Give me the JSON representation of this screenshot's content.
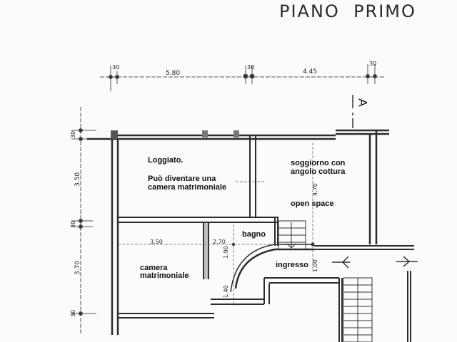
{
  "header": {
    "title": "PIANO  PRIMO"
  },
  "section_marker": {
    "label": "A"
  },
  "rooms": [
    {
      "id": "loggiato",
      "name": "Loggiato.",
      "note": "Può diventare una",
      "note2": "camera matrimoniale"
    },
    {
      "id": "soggiorno",
      "name": "soggiorno con",
      "name2": "angolo cottura",
      "note": "open space"
    },
    {
      "id": "bagno",
      "name": "bagno"
    },
    {
      "id": "camera",
      "name": "camera",
      "name2": "matrimoniale"
    },
    {
      "id": "ingresso",
      "name": "ingresso"
    }
  ],
  "dimensions": {
    "top": [
      "30",
      "5.80",
      "30",
      "4.45",
      "30"
    ],
    "left": [
      "30",
      "3.50",
      "30",
      "3.70",
      "30"
    ],
    "inner": {
      "camera_width": "3.50",
      "bagno_width": "2.70",
      "bagno_depth": "1.90",
      "soggiorno_depth": "4.70",
      "corridor": "1.40",
      "ingresso": "1.00"
    }
  }
}
